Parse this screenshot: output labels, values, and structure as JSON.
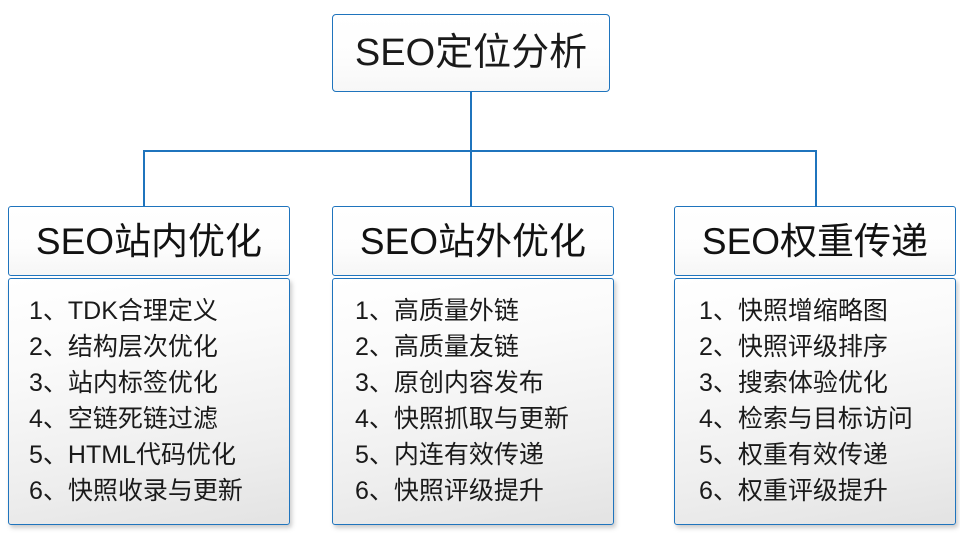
{
  "diagram": {
    "type": "org-chart",
    "accent_color": "#1f74bd",
    "text_color": "#1a1a1a",
    "root": {
      "label": "SEO定位分析"
    },
    "branches": [
      {
        "id": "on-site",
        "header": "SEO站内优化",
        "items": [
          "1、TDK合理定义",
          "2、结构层次优化",
          "3、站内标签优化",
          "4、空链死链过滤",
          "5、HTML代码优化",
          "6、快照收录与更新"
        ]
      },
      {
        "id": "off-site",
        "header": "SEO站外优化",
        "items": [
          "1、高质量外链",
          "2、高质量友链",
          "3、原创内容发布",
          "4、快照抓取与更新",
          "5、内连有效传递",
          "6、快照评级提升"
        ]
      },
      {
        "id": "weight-transfer",
        "header": "SEO权重传递",
        "items": [
          "1、快照增缩略图",
          "2、快照评级排序",
          "3、搜索体验优化",
          "4、检索与目标访问",
          "5、权重有效传递",
          "6、权重评级提升"
        ]
      }
    ]
  }
}
